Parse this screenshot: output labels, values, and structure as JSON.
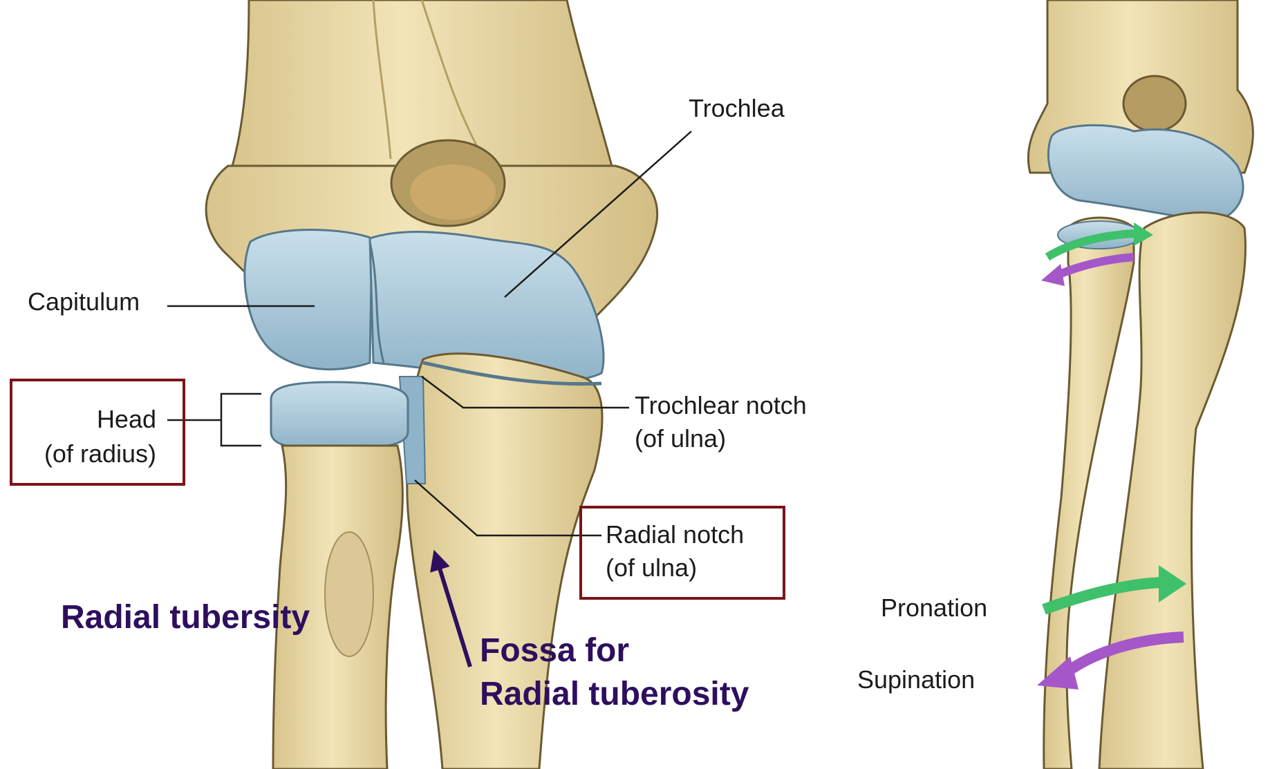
{
  "labels": {
    "trochlea": "Trochlea",
    "capitulum": "Capitulum",
    "head_line1": "Head",
    "head_line2": "(of radius)",
    "trochlear_notch_line1": "Trochlear notch",
    "trochlear_notch_line2": "(of ulna)",
    "radial_notch_line1": "Radial notch",
    "radial_notch_line2": "(of ulna)",
    "radial_tubersity": "Radial tubersity",
    "fossa_line1": "Fossa for",
    "fossa_line2": "Radial tuberosity",
    "pronation": "Pronation",
    "supination": "Supination"
  },
  "colors": {
    "bone": "#ecdcaa",
    "bone_outline": "#6b5a32",
    "cartilage": "#aecbdc",
    "highlight_box": "#7a1419",
    "callout_text": "#2e0f5e",
    "pronation_arrow": "#3fc06a",
    "supination_arrow": "#a557c9"
  }
}
